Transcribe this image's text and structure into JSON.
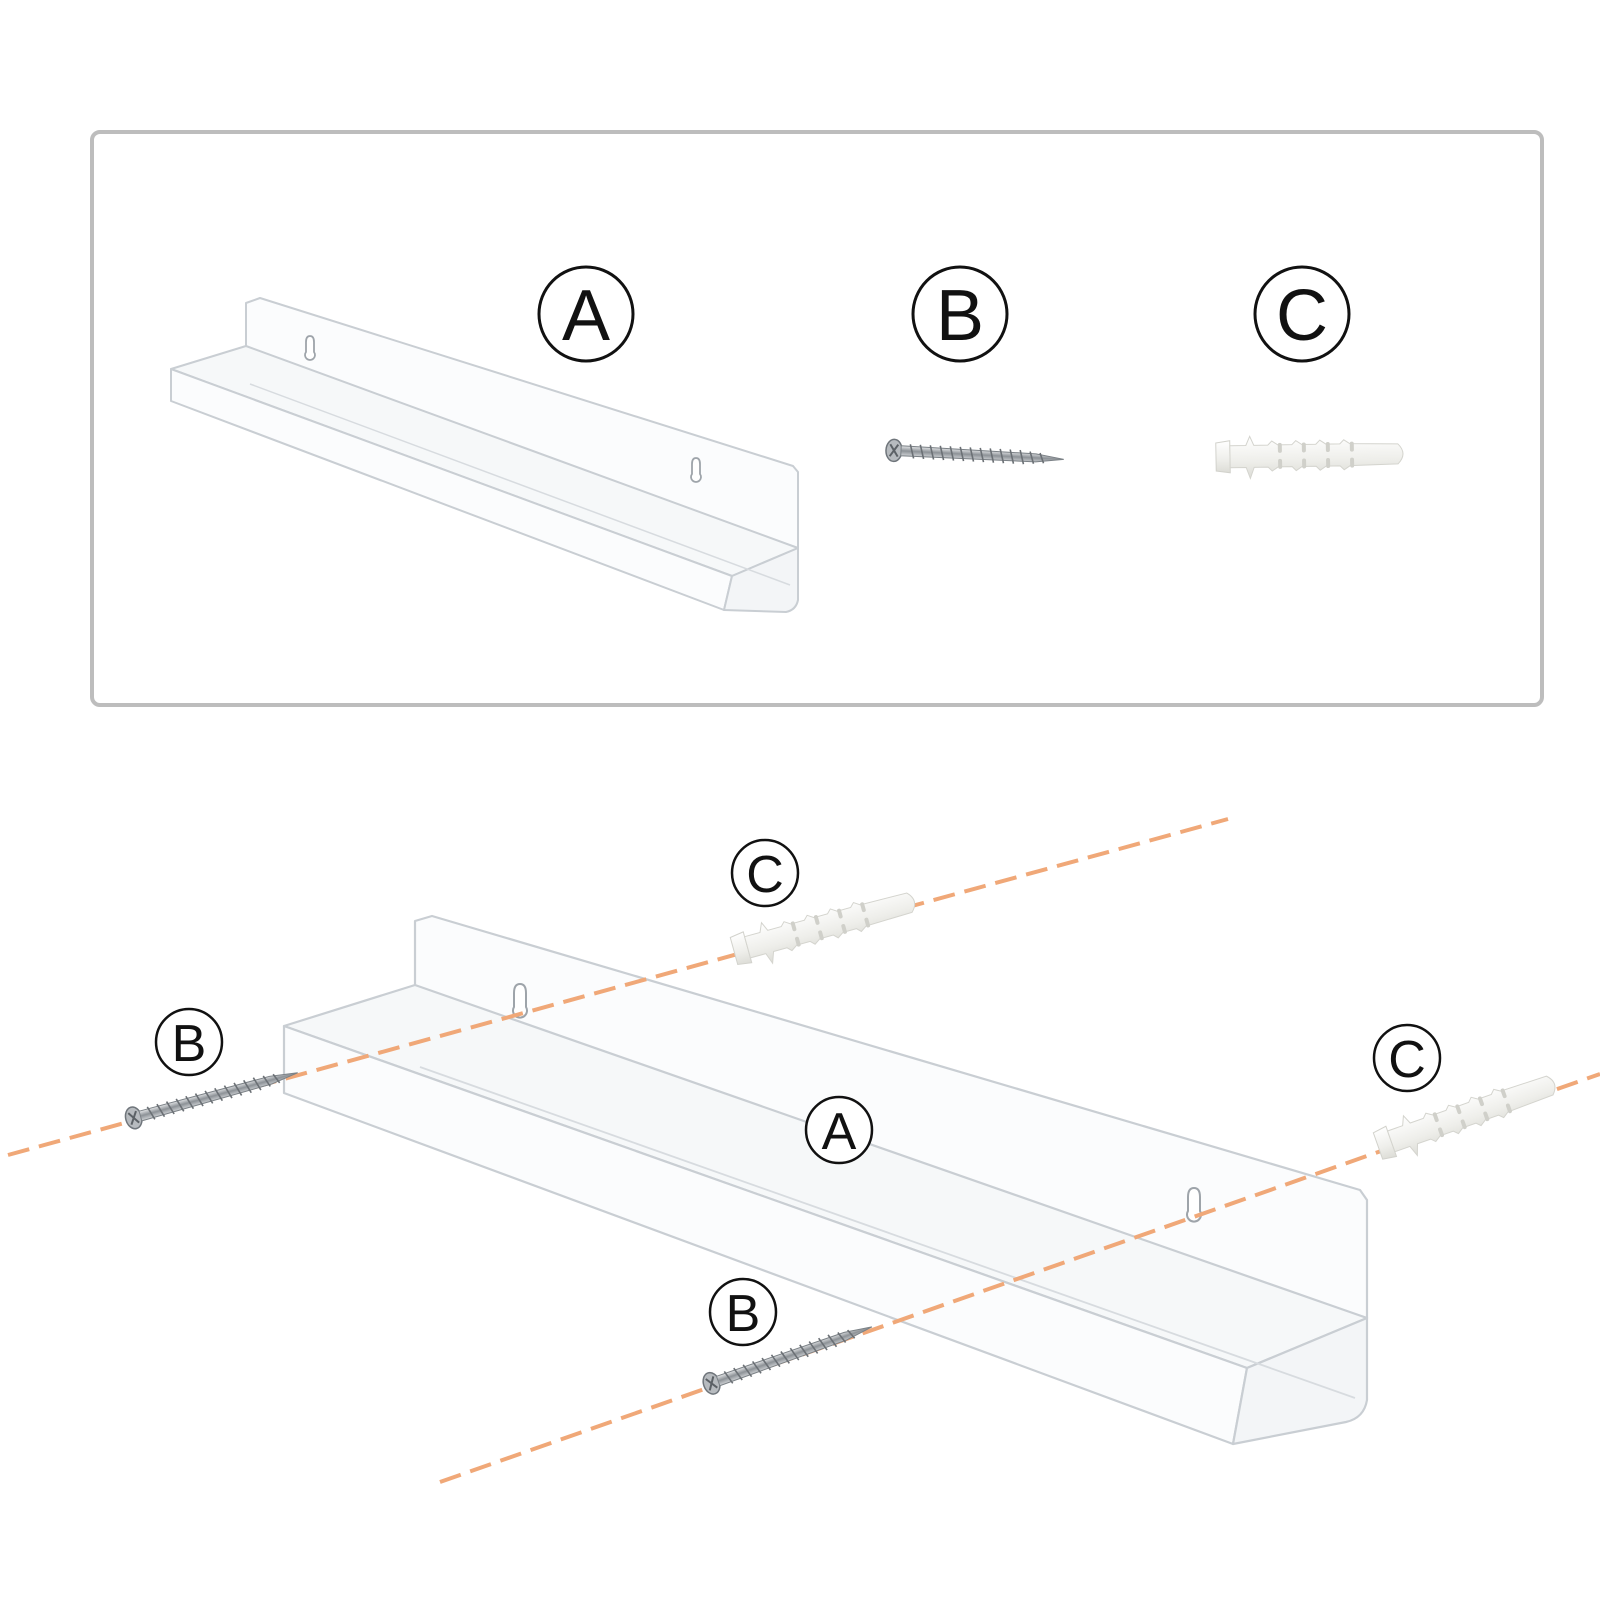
{
  "parts_panel": {
    "shelf_label": "A",
    "screw_label": "B",
    "anchor_label": "C"
  },
  "install_view": {
    "anchor_top_label": "C",
    "screw_left_label": "B",
    "shelf_label": "A",
    "anchor_right_label": "C",
    "screw_bottom_label": "B"
  },
  "colors": {
    "guide_line": "#f0a878",
    "panel_border": "#bdbdbd",
    "acrylic_edge": "#c9ced3",
    "acrylic_fill": "#fbfcfd",
    "screw_metal": "#9aa0a6",
    "anchor_plastic": "#f2f2ee"
  },
  "icons": {
    "shelf": "acrylic-ledge-shelf-icon",
    "screw": "wood-screw-icon",
    "anchor": "wall-anchor-icon"
  }
}
